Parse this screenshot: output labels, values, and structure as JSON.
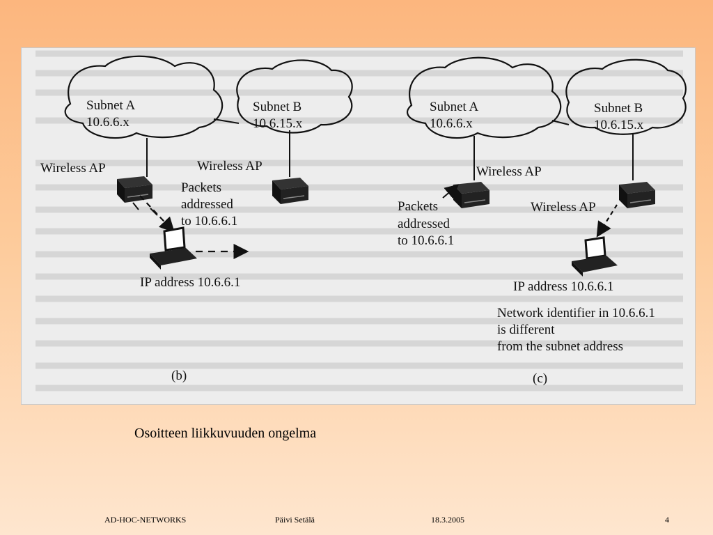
{
  "figure": {
    "panel_b": {
      "subnet_a_name": "Subnet A",
      "subnet_a_addr": "10.6.6.x",
      "subnet_b_name": "Subnet B",
      "subnet_b_addr": "10.6.15.x",
      "ap_a_label": "Wireless AP",
      "ap_b_label": "Wireless AP",
      "packets_line1": "Packets",
      "packets_line2": "addressed",
      "packets_line3": "to 10.6.6.1",
      "ip_label": "IP address 10.6.6.1",
      "panel_label": "(b)"
    },
    "panel_c": {
      "subnet_a_name": "Subnet A",
      "subnet_a_addr": "10.6.6.x",
      "subnet_b_name": "Subnet B",
      "subnet_b_addr": "10.6.15.x",
      "ap_a_label": "Wireless AP",
      "ap_b_label": "Wireless AP",
      "packets_line1": "Packets",
      "packets_line2": "addressed",
      "packets_line3": "to 10.6.6.1",
      "ip_label": "IP address 10.6.6.1",
      "note_line1": "Network identifier in 10.6.6.1",
      "note_line2": "is different",
      "note_line3": "from the subnet address",
      "panel_label": "(c)"
    }
  },
  "caption": "Osoitteen liikkuvuuden ongelma",
  "footer": {
    "left": "AD-HOC-NETWORKS",
    "author": "Päivi Setälä",
    "date": "18.3.2005",
    "page": "4"
  }
}
